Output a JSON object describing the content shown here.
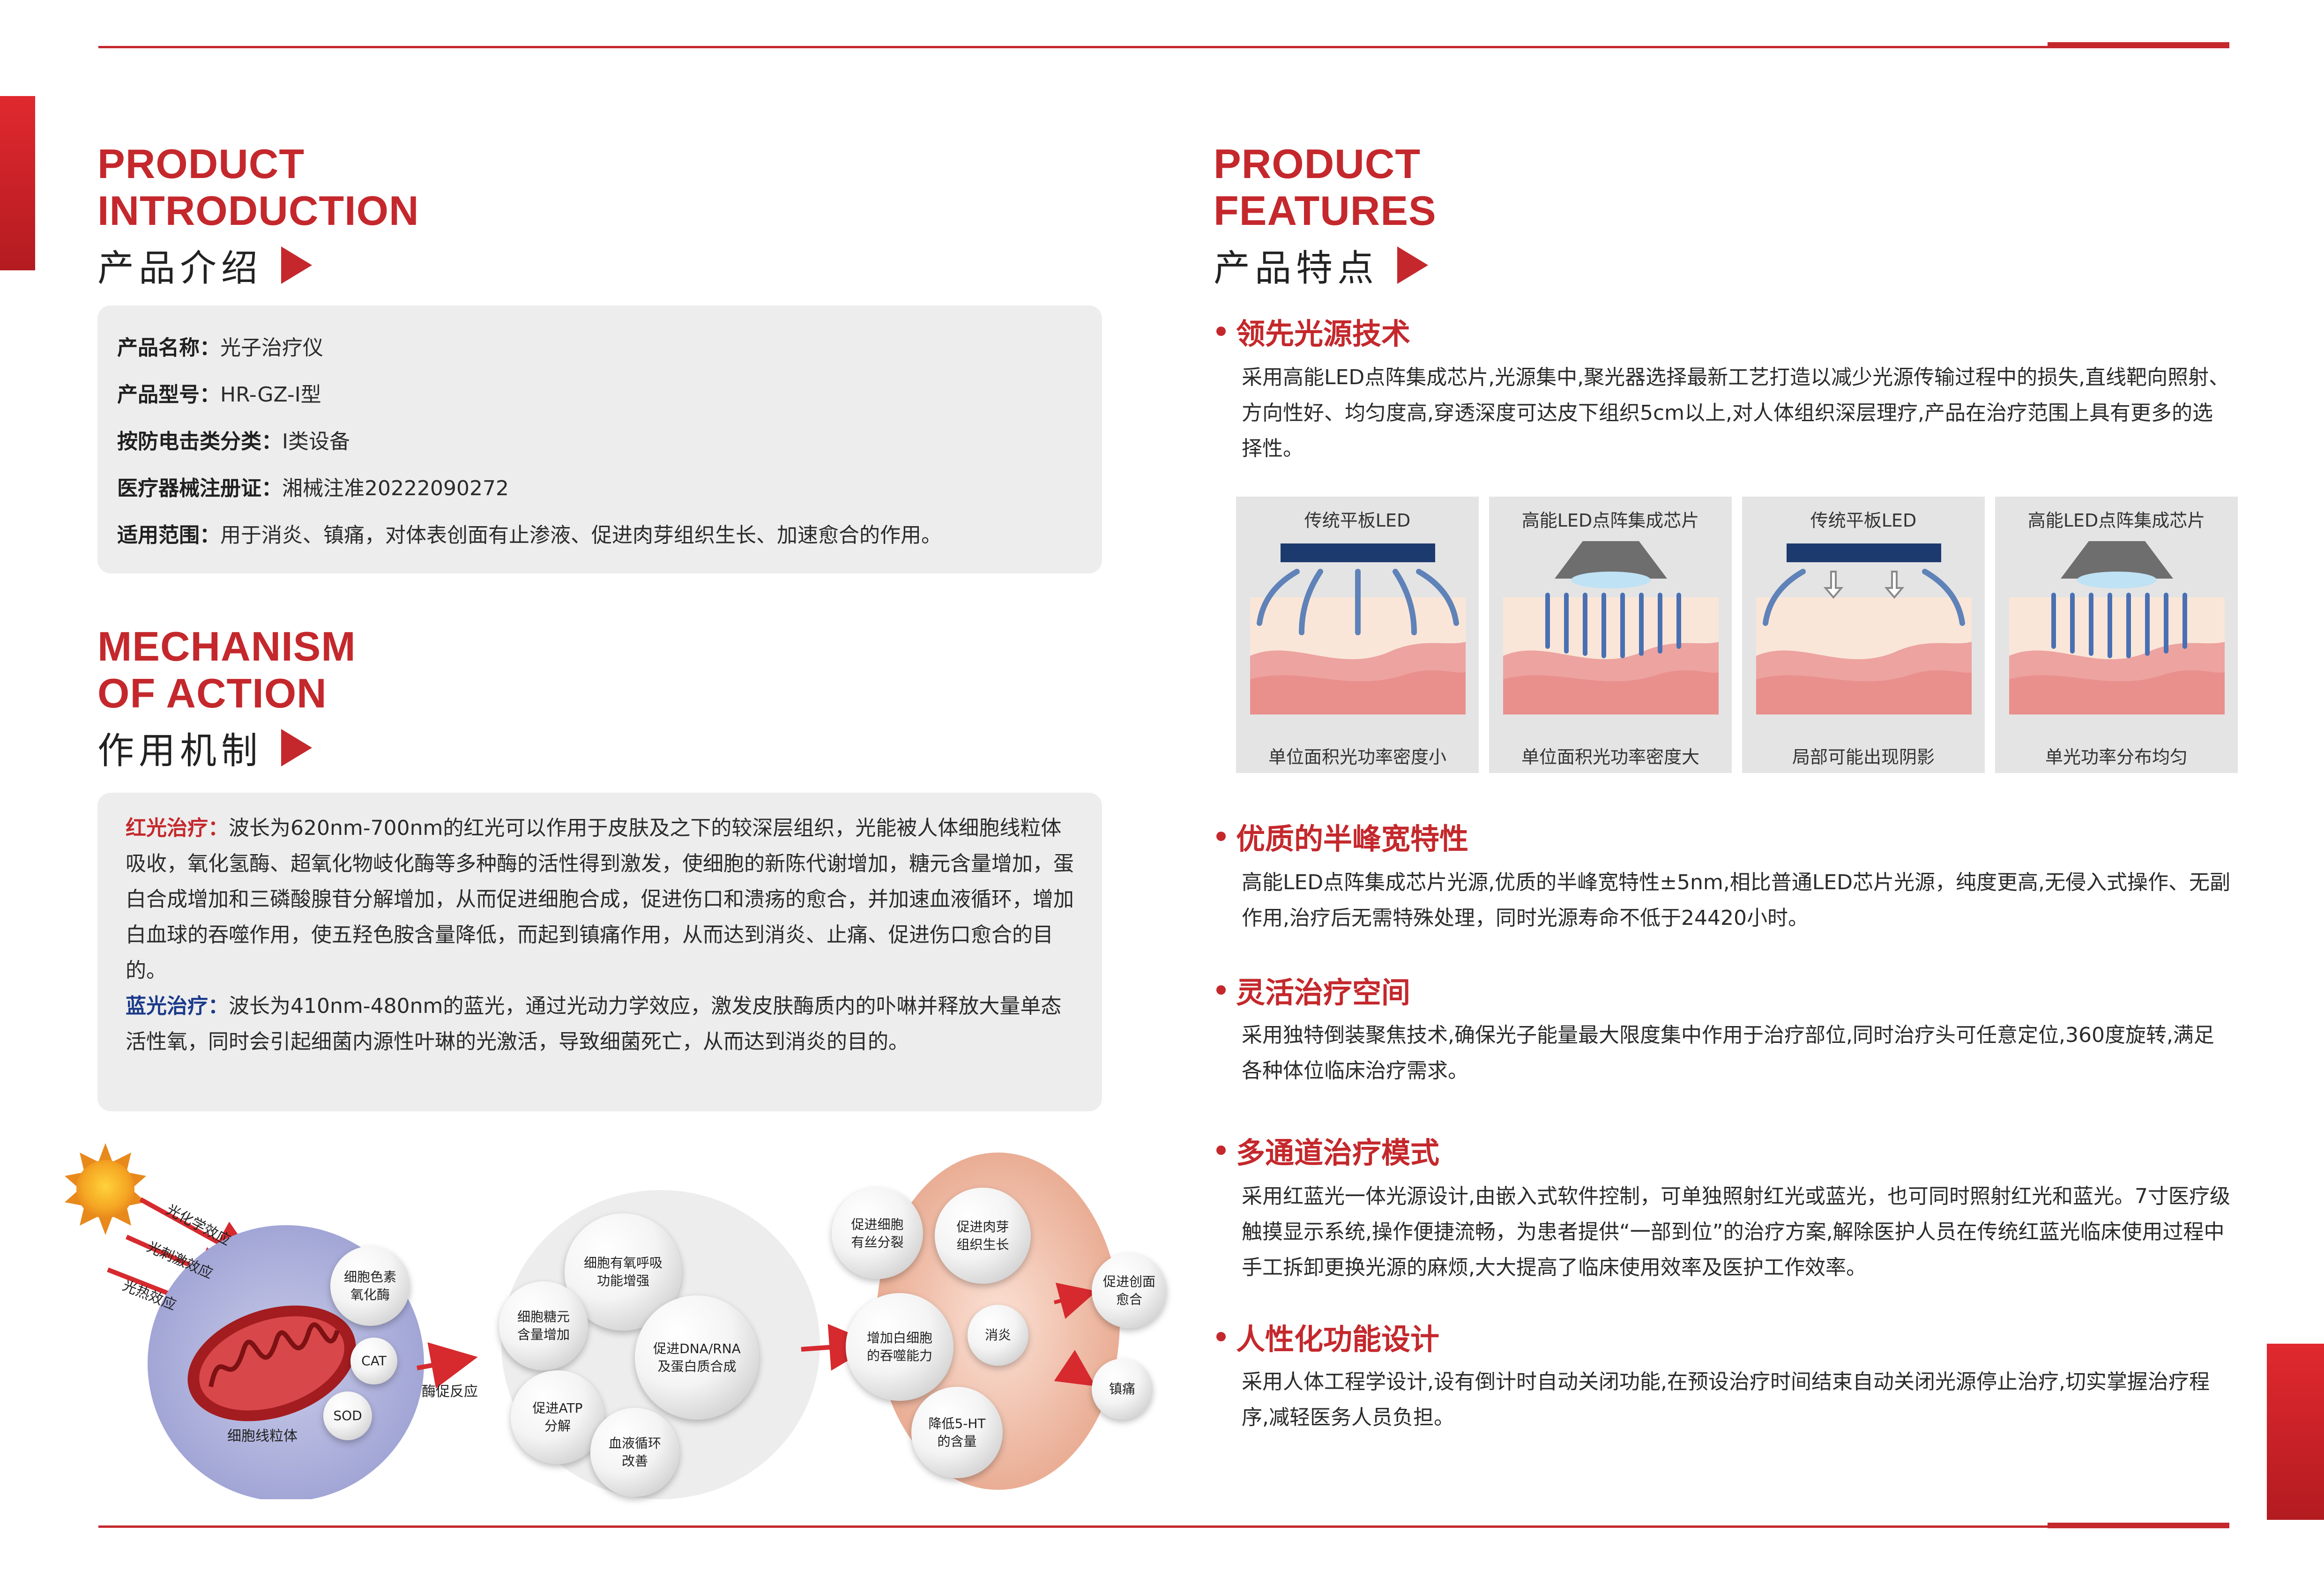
{
  "intro": {
    "title_en_1": "PRODUCT",
    "title_en_2": "INTRODUCTION",
    "title_cn": "产品介绍",
    "rows": [
      {
        "label": "产品名称：",
        "value": "光子治疗仪"
      },
      {
        "label": "产品型号：",
        "value": "HR-GZ-Ⅰ型"
      },
      {
        "label": "按防电击类分类：",
        "value": "I类设备"
      },
      {
        "label": "医疗器械注册证：",
        "value": "湘械注准20222090272"
      },
      {
        "label": "适用范围：",
        "value": "用于消炎、镇痛，对体表创面有止渗液、促进肉芽组织生长、加速愈合的作用。"
      }
    ]
  },
  "mechanism": {
    "title_en_1": "MECHANISM",
    "title_en_2": "OF ACTION",
    "title_cn": "作用机制",
    "red_label": "红光治疗：",
    "red_text": "波长为620nm-700nm的红光可以作用于皮肤及之下的较深层组织，光能被人体细胞线粒体吸收，氧化氢酶、超氧化物岐化酶等多种酶的活性得到激发，使细胞的新陈代谢增加，糖元含量增加，蛋白合成增加和三磷酸腺苷分解增加，从而促进细胞合成，促进伤口和溃疡的愈合，并加速血液循环，增加白血球的吞噬作用，使五羟色胺含量降低，而起到镇痛作用，从而达到消炎、止痛、促进伤口愈合的目的。",
    "blue_label": "蓝光治疗：",
    "blue_text": "波长为410nm-480nm的蓝光，通过光动力学效应，激发皮肤酶质内的卟啉并释放大量单态活性氧，同时会引起细菌内源性叶琳的光激活，导致细菌死亡，从而达到消炎的目的。"
  },
  "diagram": {
    "ray_labels": [
      "光化学效应",
      "光刺激效应",
      "光热效应"
    ],
    "cell_bubbles": [
      "细胞色素\n氧化酶",
      "CAT",
      "SOD"
    ],
    "cell_label": "细胞线粒体",
    "arrow_label": "酶促反应",
    "mid_bubbles": [
      "细胞有氧呼吸\n功能增强",
      "细胞糖元\n含量增加",
      "促进DNA/RNA\n及蛋白质合成",
      "促进ATP\n分解",
      "血液循环\n改善"
    ],
    "right_bubbles": [
      "促进细胞\n有丝分裂",
      "促进肉芽\n组织生长",
      "增加白细胞\n的吞噬能力",
      "消炎",
      "降低5-HT\n的含量"
    ],
    "outcomes": [
      "促进创面\n愈合",
      "镇痛"
    ]
  },
  "features": {
    "title_en_1": "PRODUCT",
    "title_en_2": "FEATURES",
    "title_cn": "产品特点",
    "items": [
      {
        "head": "领先光源技术",
        "body": "采用高能LED点阵集成芯片,光源集中,聚光器选择最新工艺打造以减少光源传输过程中的损失,直线靶向照射、方向性好、均匀度高,穿透深度可达皮下组织5cm以上,对人体组织深层理疗,产品在治疗范围上具有更多的选择性。"
      },
      {
        "head": "优质的半峰宽特性",
        "body": "高能LED点阵集成芯片光源,优质的半峰宽特性±5nm,相比普通LED芯片光源，纯度更高,无侵入式操作、无副作用,治疗后无需特殊处理，同时光源寿命不低于24420小时。"
      },
      {
        "head": "灵活治疗空间",
        "body": "采用独特倒装聚焦技术,确保光子能量最大限度集中作用于治疗部位,同时治疗头可任意定位,360度旋转,满足各种体位临床治疗需求。"
      },
      {
        "head": "多通道治疗模式",
        "body": "采用红蓝光一体光源设计,由嵌入式软件控制，可单独照射红光或蓝光，也可同时照射红光和蓝光。7寸医疗级触摸显示系统,操作便捷流畅，为患者提供“一部到位”的治疗方案,解除医护人员在传统红蓝光临床使用过程中手工拆卸更换光源的麻烦,大大提高了临床使用效率及医护工作效率。"
      },
      {
        "head": "人性化功能设计",
        "body": "采用人体工程学设计,设有倒计时自动关闭功能,在预设治疗时间结束自动关闭光源停止治疗,切实掌握治疗程序,减轻医务人员负担。"
      }
    ],
    "panels": [
      {
        "top": "传统平板LED",
        "bottom": "单位面积光功率密度小"
      },
      {
        "top": "高能LED点阵集成芯片",
        "bottom": "单位面积光功率密度大"
      },
      {
        "top": "传统平板LED",
        "bottom": "局部可能出现阴影"
      },
      {
        "top": "高能LED点阵集成芯片",
        "bottom": "单光功率分布均匀"
      }
    ]
  },
  "colors": {
    "accent": "#c4282c",
    "blue_label": "#1a3a8a",
    "box_bg": "#ededed"
  }
}
